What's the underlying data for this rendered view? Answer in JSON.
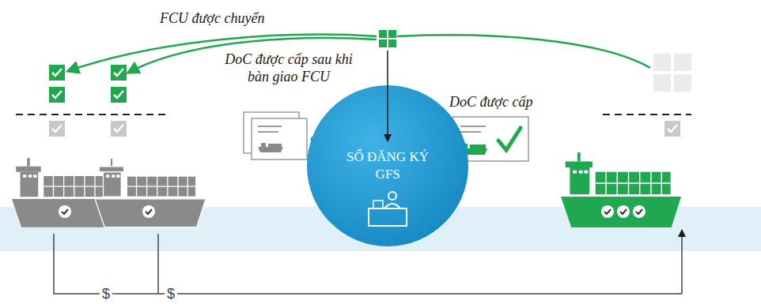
{
  "diagram": {
    "nodes": [
      {
        "text": [
          "SỔ ĐĂNG KÝ GFS"
        ]
      }
    ],
    "labels": [
      "FCU được chuyển",
      "DoC được cấp sau khi bàn giao FCU",
      "DoC được cấp",
      "$",
      "$"
    ]
  }
}
